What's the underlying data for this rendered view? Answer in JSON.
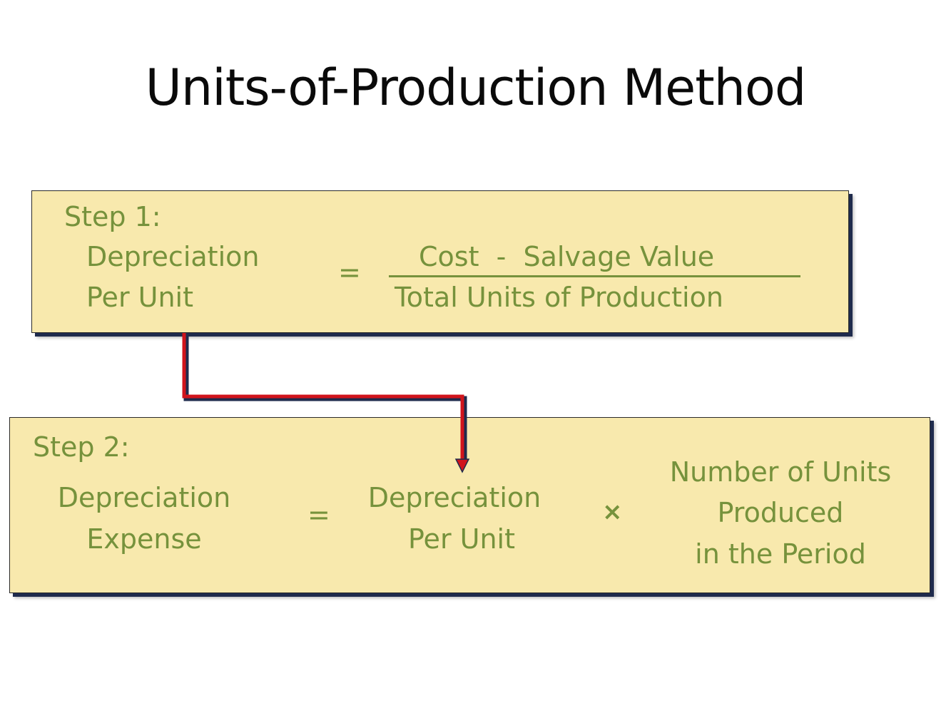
{
  "title": "Units-of-Production Method",
  "step1": {
    "label": "Step 1:",
    "lhs_line1": "Depreciation",
    "lhs_line2": "Per Unit",
    "equals": "=",
    "numerator": "Cost  -  Salvage Value",
    "denominator": "Total Units of Production"
  },
  "step2": {
    "label": "Step 2:",
    "lhs_line1": "Depreciation",
    "lhs_line2": "Expense",
    "equals": "=",
    "mid_line1": "Depreciation",
    "mid_line2": "Per Unit",
    "times": "×",
    "rhs_line1": "Number of Units",
    "rhs_line2": "Produced",
    "rhs_line3": "in the Period"
  },
  "colors": {
    "box_fill": "#f8e9ad",
    "text": "#76923c",
    "arrow": "#d0141c",
    "shadow": "#1f2b4d"
  }
}
